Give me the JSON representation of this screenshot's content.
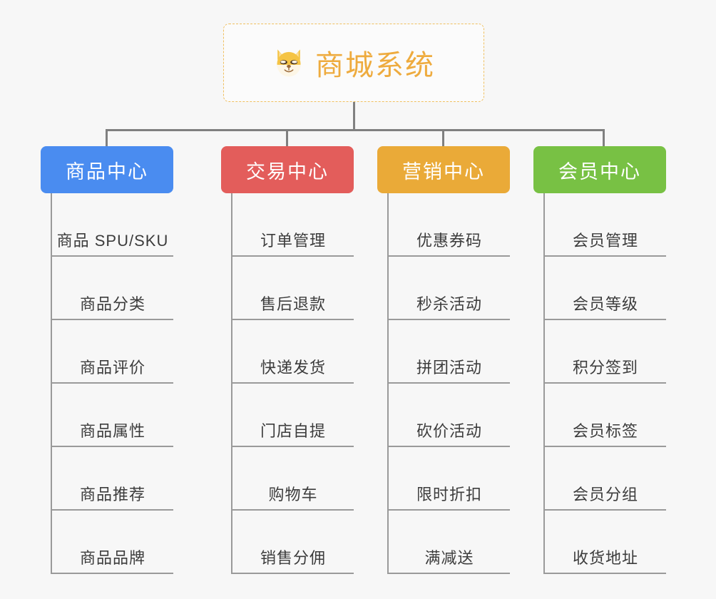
{
  "root": {
    "icon": "shiba-dog-face-icon",
    "title": "商城系统",
    "border_color": "#f0c060",
    "title_color": "#eeab3e"
  },
  "connector_color": "#808080",
  "categories": [
    {
      "label": "商品中心",
      "color": "#4a8cf0",
      "items": [
        "商品 SPU/SKU",
        "商品分类",
        "商品评价",
        "商品属性",
        "商品推荐",
        "商品品牌"
      ]
    },
    {
      "label": "交易中心",
      "color": "#e35d5b",
      "items": [
        "订单管理",
        "售后退款",
        "快递发货",
        "门店自提",
        "购物车",
        "销售分佣"
      ]
    },
    {
      "label": "营销中心",
      "color": "#eaaa38",
      "items": [
        "优惠券码",
        "秒杀活动",
        "拼团活动",
        "砍价活动",
        "限时折扣",
        "满减送"
      ]
    },
    {
      "label": "会员中心",
      "color": "#78c144",
      "items": [
        "会员管理",
        "会员等级",
        "积分签到",
        "会员标签",
        "会员分组",
        "收货地址"
      ]
    }
  ]
}
